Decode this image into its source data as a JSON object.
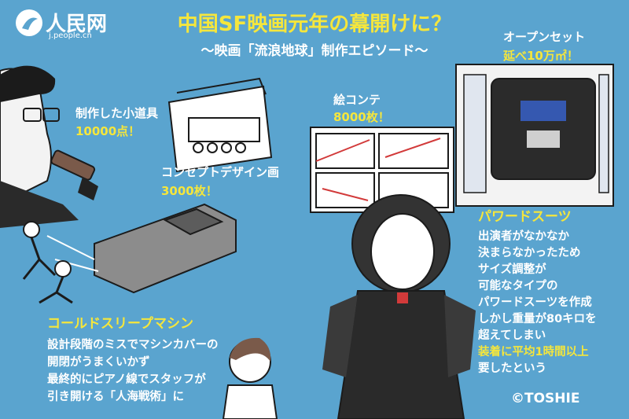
{
  "logo": {
    "name": "人民网",
    "url": "j.people.cn"
  },
  "title": "中国SF映画元年の幕開けに？",
  "subtitle": "〜映画「流浪地球」制作エピソード〜",
  "props": {
    "label": "制作した小道具",
    "count": "10000点！"
  },
  "concept_design": {
    "label": "コンセプトデザイン画",
    "count": "3000枚！"
  },
  "storyboard": {
    "label": "絵コンテ",
    "count": "8000枚！"
  },
  "open_set": {
    "label": "オープンセット",
    "count": "延べ10万㎡！"
  },
  "power_suit": {
    "title": "パワードスーツ",
    "lines": [
      "出演者がなかなか",
      "決まらなかったため",
      "サイズ調整が",
      "可能なタイプの",
      "パワードスーツを作成",
      "しかし重量が80キロを",
      "超えてしまい",
      "装着に平均1時間以上",
      "要したという"
    ]
  },
  "cold_sleep": {
    "title": "コールドスリープマシン",
    "lines": [
      "設計段階のミスでマシンカバーの",
      "開閉がうまくいかず",
      "最終的にピアノ線でスタッフが",
      "引き開ける「人海戦術」に"
    ]
  },
  "credit": "©TOSHIE",
  "colors": {
    "background": "#5aa4cf",
    "accent": "#f5e63c",
    "text": "#ffffff"
  }
}
